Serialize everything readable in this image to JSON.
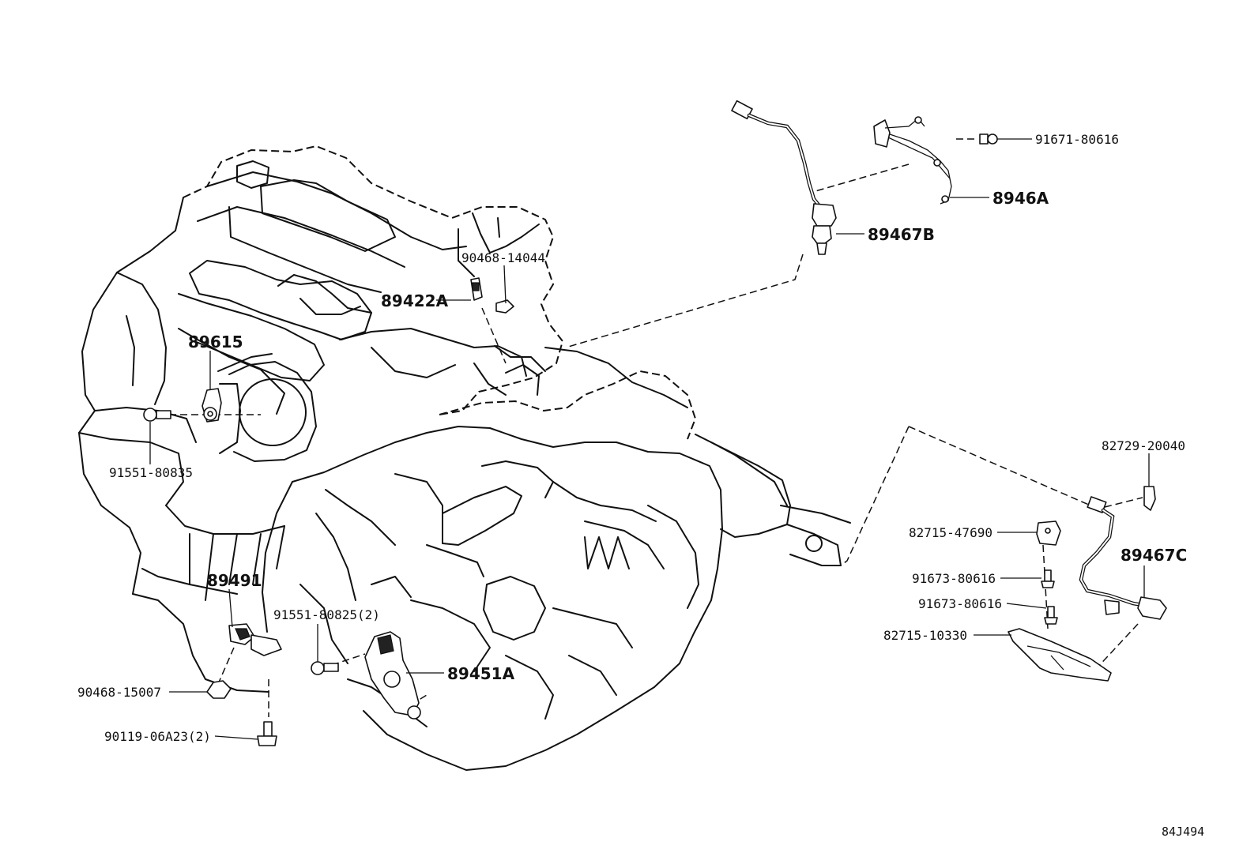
{
  "diagram": {
    "reference_code": "84J494"
  },
  "callouts": {
    "p_91671_80616": "91671-80616",
    "p_8946A": "8946A",
    "p_89467B": "89467B",
    "p_90468_14044": "90468-14044",
    "p_89422A": "89422A",
    "p_89615": "89615",
    "p_91551_80835": "91551-80835",
    "p_82729_20040": "82729-20040",
    "p_82715_47690": "82715-47690",
    "p_89467C": "89467C",
    "p_91673_80616_a": "91673-80616",
    "p_91673_80616_b": "91673-80616",
    "p_82715_10330": "82715-10330",
    "p_89491": "89491",
    "p_91551_80825": "91551-80825(2)",
    "p_89451A": "89451A",
    "p_90468_15007": "90468-15007",
    "p_90119_06A23": "90119-06A23(2)"
  }
}
